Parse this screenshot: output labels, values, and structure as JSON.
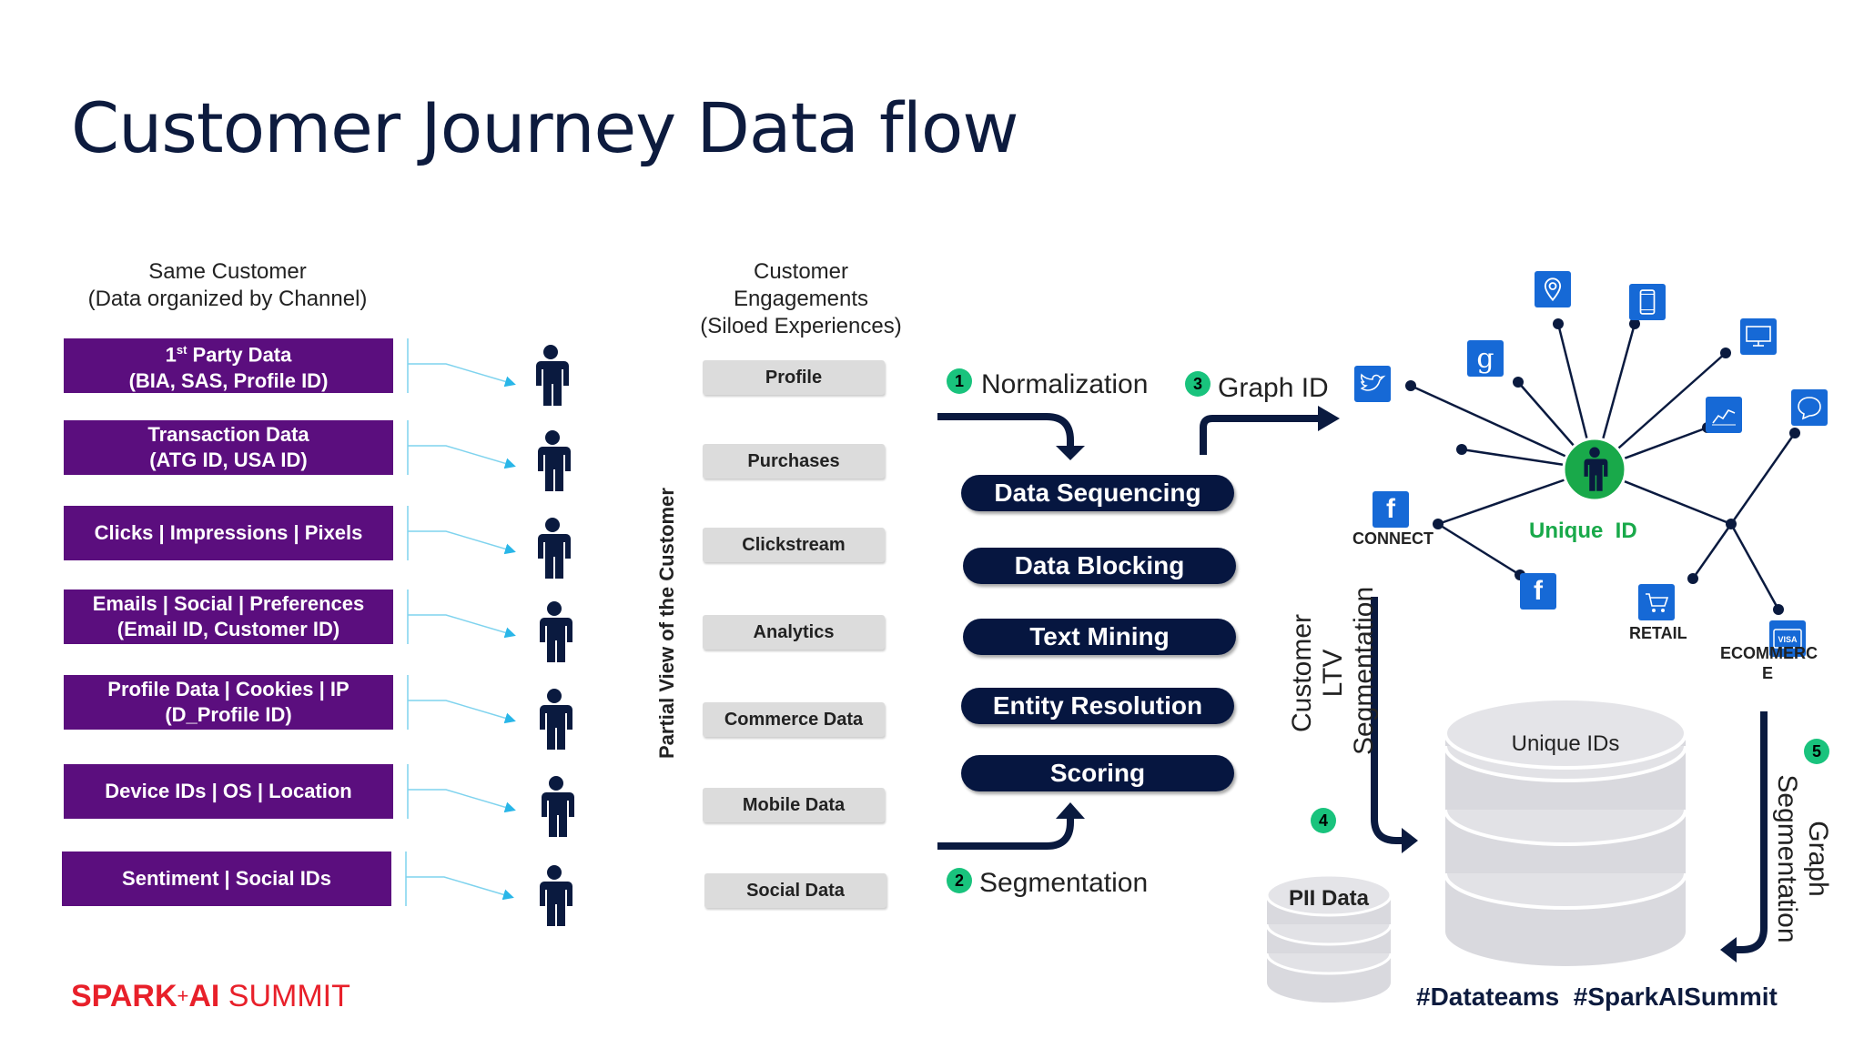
{
  "title": "Customer Journey Data flow",
  "left_header": "Same Customer\n(Data organized by Channel)",
  "channels": [
    {
      "line1": "1",
      "sup": "st",
      "line1_rest": " Party Data",
      "line2": "(BIA, SAS, Profile ID)"
    },
    {
      "line1": "Transaction Data",
      "line2": "(ATG ID, USA ID)"
    },
    {
      "line1": "Clicks | Impressions | Pixels",
      "line2": ""
    },
    {
      "line1": "Emails | Social |  Preferences",
      "line2": "(Email ID, Customer ID)"
    },
    {
      "line1": "Profile Data | Cookies | IP",
      "line2": "(D_Profile ID)"
    },
    {
      "line1": "Device IDs | OS | Location",
      "line2": ""
    },
    {
      "line1": "Sentiment | Social IDs",
      "line2": ""
    }
  ],
  "middle_header": "Customer\nEngagements\n(Siloed Experiences)",
  "partial_view_label": "Partial View of the Customer",
  "engagements": [
    "Profile",
    "Purchases",
    "Clickstream",
    "Analytics",
    "Commerce Data",
    "Mobile Data",
    "Social Data"
  ],
  "steps": [
    {
      "num": "1",
      "label": "Normalization"
    },
    {
      "num": "2",
      "label": "Segmentation"
    },
    {
      "num": "3",
      "label": "Graph ID"
    },
    {
      "num": "4",
      "label": ""
    },
    {
      "num": "5",
      "label": ""
    }
  ],
  "processes": [
    "Data Sequencing",
    "Data Blocking",
    "Text Mining",
    "Entity Resolution",
    "Scoring"
  ],
  "graph": {
    "center_label": "Unique  ID",
    "connect_label": "CONNECT",
    "retail_label": "RETAIL",
    "ecommerce_label_1": "ECOMMERC",
    "ecommerce_label_2": "E",
    "icons": [
      "location-pin-icon",
      "mobile-phone-icon",
      "monitor-icon",
      "google-icon",
      "twitter-icon",
      "analytics-chart-icon",
      "chat-bubble-icon",
      "facebook-icon",
      "facebook-icon",
      "shopping-cart-icon",
      "visa-card-icon"
    ]
  },
  "customer_ltv_label": "Customer LTV\nSegmentation",
  "graph_seg_label": "Graph\nSegmentation",
  "unique_ids_label": "Unique IDs",
  "pii_label": "PII Data",
  "logo": {
    "part1": "SPARK",
    "plus": "+",
    "part2": "AI",
    "part3": " SUMMIT"
  },
  "hashtags": "#Datateams  #SparkAISummit",
  "colors": {
    "purple": "#5b0e7e",
    "navy": "#061640",
    "green": "#19c37d",
    "blue": "#1669d6",
    "red": "#e8202a"
  }
}
